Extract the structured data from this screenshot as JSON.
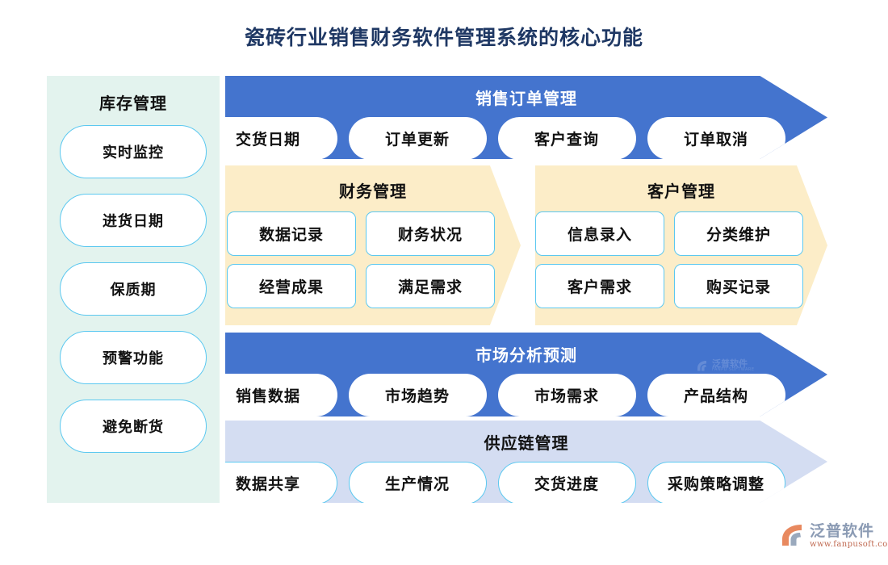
{
  "title": "瓷砖行业销售财务软件管理系统的核心功能",
  "sidebar": {
    "title": "库存管理",
    "items": [
      {
        "label": "实时监控"
      },
      {
        "label": "进货日期"
      },
      {
        "label": "保质期"
      },
      {
        "label": "预警功能"
      },
      {
        "label": "避免断货"
      }
    ]
  },
  "bands": {
    "sales": {
      "title": "销售订单管理",
      "items": [
        {
          "label": "交货日期"
        },
        {
          "label": "订单更新"
        },
        {
          "label": "客户查询"
        },
        {
          "label": "订单取消"
        }
      ]
    },
    "finance": {
      "title": "财务管理",
      "items": [
        {
          "label": "数据记录"
        },
        {
          "label": "财务状况"
        },
        {
          "label": "经营成果"
        },
        {
          "label": "满足需求"
        }
      ]
    },
    "customer": {
      "title": "客户管理",
      "items": [
        {
          "label": "信息录入"
        },
        {
          "label": "分类维护"
        },
        {
          "label": "客户需求"
        },
        {
          "label": "购买记录"
        }
      ]
    },
    "market": {
      "title": "市场分析预测",
      "items": [
        {
          "label": "销售数据"
        },
        {
          "label": "市场趋势"
        },
        {
          "label": "市场需求"
        },
        {
          "label": "产品结构"
        }
      ]
    },
    "supply": {
      "title": "供应链管理",
      "items": [
        {
          "label": "数据共享"
        },
        {
          "label": "生产情况"
        },
        {
          "label": "交货进度"
        },
        {
          "label": "采购策略调整"
        }
      ]
    }
  },
  "watermark": {
    "name": "泛普软件",
    "sub": "FANPU SOFTWARE"
  },
  "brand": {
    "name": "泛普软件",
    "url": "www.fanpusoft.com"
  },
  "colors": {
    "title": "#1f3864",
    "blue": "#4474ce",
    "beige": "#fcedc8",
    "lavender": "#d4ddf2",
    "mint": "#e3f3ee",
    "pill_border": "#5bc8f0",
    "brand_cn": "#8b9bb4",
    "brand_url": "#c06a52"
  }
}
